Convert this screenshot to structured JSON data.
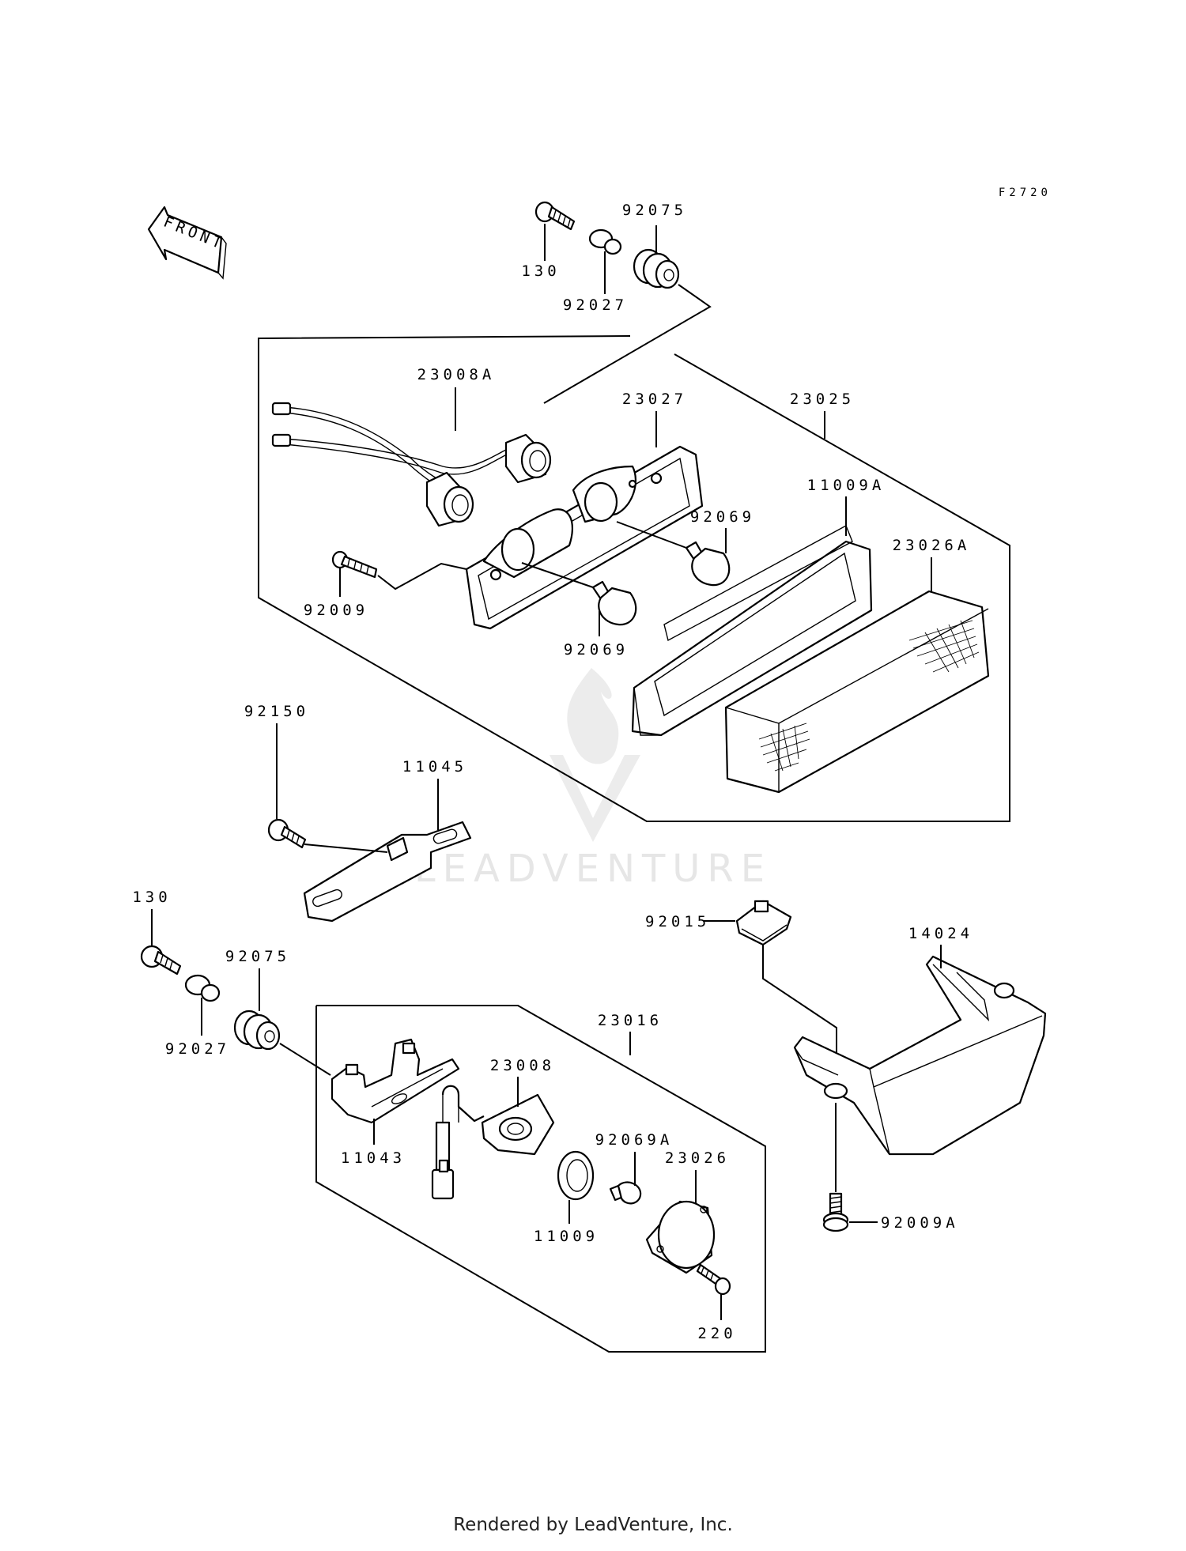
{
  "diagram_code": "F2720",
  "front_label": "FRONT",
  "watermark": "LEADVENTURE",
  "footer": "Rendered by LeadVenture, Inc.",
  "parts": [
    {
      "id": "p130_top",
      "label": "130"
    },
    {
      "id": "p92027_top",
      "label": "92027"
    },
    {
      "id": "p92075_top",
      "label": "92075"
    },
    {
      "id": "p23008A",
      "label": "23008A"
    },
    {
      "id": "p23027",
      "label": "23027"
    },
    {
      "id": "p23025",
      "label": "23025"
    },
    {
      "id": "p92069_right",
      "label": "92069"
    },
    {
      "id": "p11009A",
      "label": "11009A"
    },
    {
      "id": "p23026A",
      "label": "23026A"
    },
    {
      "id": "p92009",
      "label": "92009"
    },
    {
      "id": "p92069_left",
      "label": "92069"
    },
    {
      "id": "p92150",
      "label": "92150"
    },
    {
      "id": "p11045",
      "label": "11045"
    },
    {
      "id": "p130_bottom",
      "label": "130"
    },
    {
      "id": "p92075_bottom",
      "label": "92075"
    },
    {
      "id": "p92027_bottom",
      "label": "92027"
    },
    {
      "id": "p23016",
      "label": "23016"
    },
    {
      "id": "p23008",
      "label": "23008"
    },
    {
      "id": "p11043",
      "label": "11043"
    },
    {
      "id": "p92069A",
      "label": "92069A"
    },
    {
      "id": "p23026",
      "label": "23026"
    },
    {
      "id": "p11009",
      "label": "11009"
    },
    {
      "id": "p220",
      "label": "220"
    },
    {
      "id": "p92015",
      "label": "92015"
    },
    {
      "id": "p14024",
      "label": "14024"
    },
    {
      "id": "p92009A",
      "label": "92009A"
    }
  ]
}
